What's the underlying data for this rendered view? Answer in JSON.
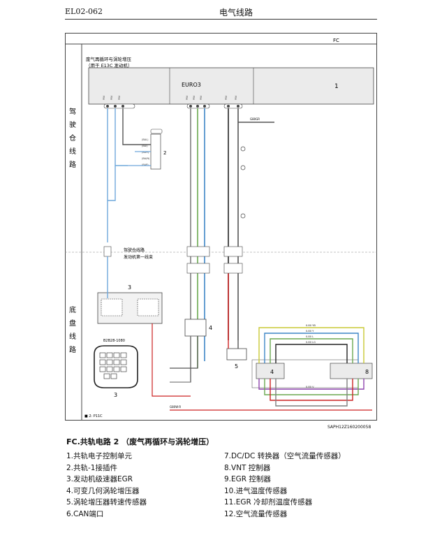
{
  "header": {
    "code": "EL02-062",
    "title": "电气线路"
  },
  "diagram": {
    "section_label": "FC",
    "title_line1": "废气再循环与涡轮增压",
    "title_line2": "（用于 E13C 发动机）",
    "euro_label": "EURO3",
    "box1_number": "1",
    "left_label_top": [
      "驾",
      "驶",
      "仓",
      "线",
      "路"
    ],
    "left_label_bottom": [
      "底",
      "盘",
      "线",
      "路"
    ],
    "harness_note_1": "驾驶仓线路",
    "harness_note_2": "发动机第一线束",
    "part_2": "2",
    "part_3": "3",
    "part_4": "4",
    "part_5": "5",
    "part_8": "8",
    "connector_code": "B2B28-1080",
    "footnote": "■ 2: P11C",
    "drawing_code": "SAPH12Z160200058",
    "wire_g80gr": "G80GR",
    "wire_g80w_r": "G80W-R",
    "wire_g80y": "0.80 Y",
    "wire_g80l": "0.80 L",
    "wire_g80lg": "0.80 LG",
    "wire_g80yb": "0.80 YB",
    "wire_g80v": "0.80 V"
  },
  "caption": "FC.共轨电路 2 （废气再循环与涡轮增压）",
  "legend": {
    "left": [
      "1.共轨电子控制单元",
      "2.共轨-1接插件",
      "3.发动机级速器EGR",
      "4.可变几何涡轮增压器",
      "5.涡轮增压器转速传感器",
      "6.CAN端口"
    ],
    "right": [
      "7.DC/DC 转换器（空气流量传感器）",
      "8.VNT 控制器",
      "9.EGR 控制器",
      "10.进气温度传感器",
      "11.EGR 冷却剂温度传感器",
      "12.空气流量传感器"
    ]
  }
}
